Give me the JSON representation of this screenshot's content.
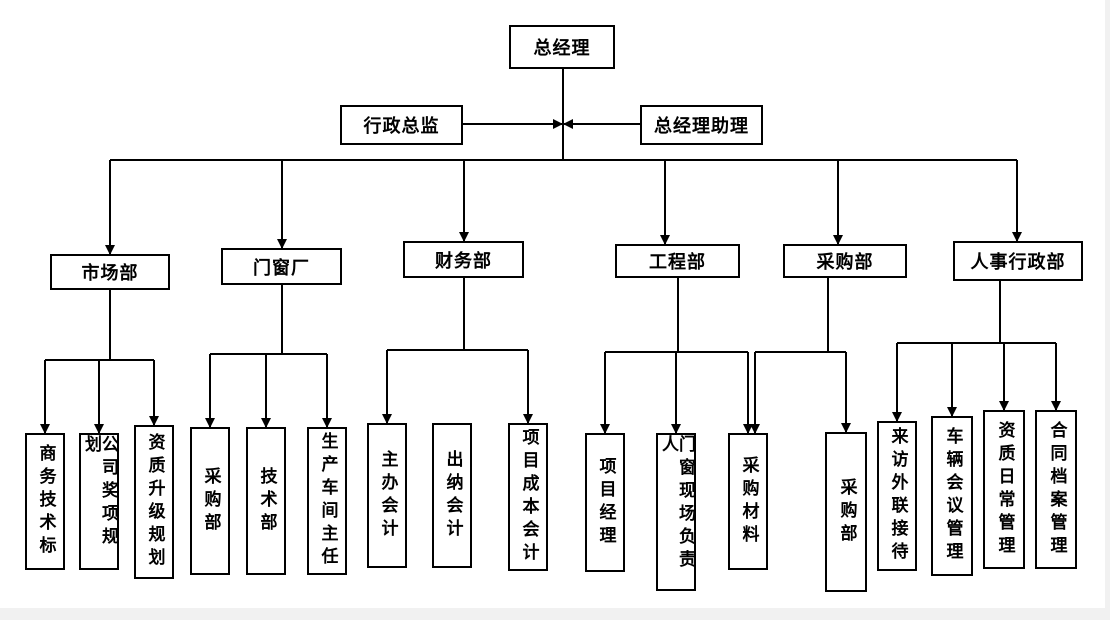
{
  "top": "总经理",
  "assistants": {
    "left": "行政总监",
    "right": "总经理助理"
  },
  "departments": [
    {
      "name": "市场部",
      "units": [
        "商务技术标",
        "公司奖项规划",
        "资质升级规划"
      ]
    },
    {
      "name": "门窗厂",
      "units": [
        "采购部",
        "技术部",
        "生产车间主任"
      ]
    },
    {
      "name": "财务部",
      "units": [
        "主办会计",
        "出纳会计",
        "项目成本会计"
      ]
    },
    {
      "name": "工程部",
      "units": [
        "项目经理",
        "门窗现场负责人",
        "采购材料"
      ]
    },
    {
      "name": "采购部",
      "units": [
        "采购部"
      ]
    },
    {
      "name": "人事行政部",
      "units": [
        "来访外联接待",
        "车辆会议管理",
        "资质日常管理",
        "合同档案管理"
      ]
    }
  ]
}
